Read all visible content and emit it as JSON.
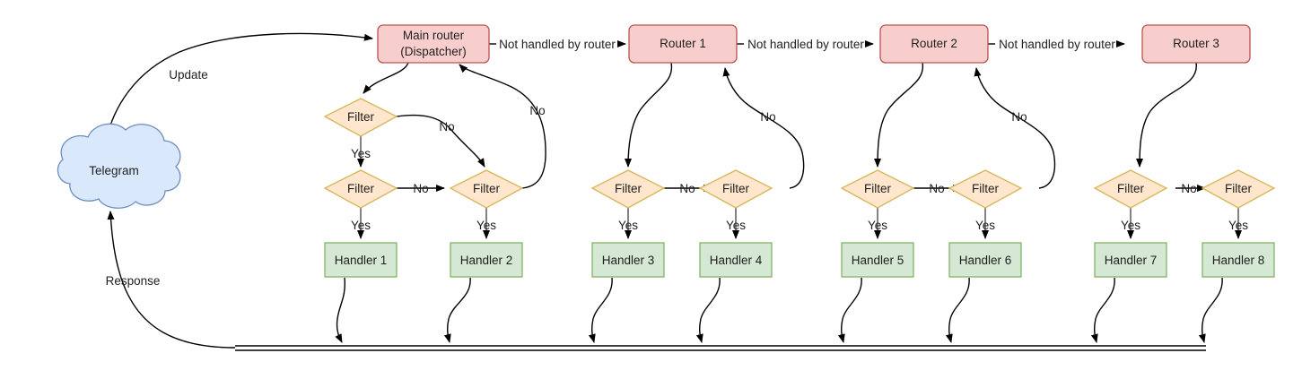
{
  "diagram": {
    "title": "Telegram bot update dispatch flow",
    "colors": {
      "router_fill": "#f8cecc",
      "router_stroke": "#b85450",
      "filter_fill": "#ffe6cc",
      "filter_stroke": "#d6b656",
      "handler_fill": "#d5e8d4",
      "handler_stroke": "#82b366",
      "cloud_fill": "#dae8fc",
      "cloud_stroke": "#6c8ebf",
      "edge": "#000000",
      "text": "#1f1f1f"
    },
    "source": {
      "label": "Telegram",
      "shape": "cloud"
    },
    "routers": [
      {
        "id": "main",
        "label_line1": "Main router",
        "label_line2": "(Dispatcher)"
      },
      {
        "id": "r1",
        "label_line1": "Router 1",
        "label_line2": ""
      },
      {
        "id": "r2",
        "label_line1": "Router 2",
        "label_line2": ""
      },
      {
        "id": "r3",
        "label_line1": "Router 3",
        "label_line2": ""
      }
    ],
    "filters": [
      {
        "id": "f0",
        "label": "Filter"
      },
      {
        "id": "f1",
        "label": "Filter"
      },
      {
        "id": "f2",
        "label": "Filter"
      },
      {
        "id": "f3",
        "label": "Filter"
      },
      {
        "id": "f4",
        "label": "Filter"
      },
      {
        "id": "f5",
        "label": "Filter"
      },
      {
        "id": "f6",
        "label": "Filter"
      },
      {
        "id": "f7",
        "label": "Filter"
      },
      {
        "id": "f8",
        "label": "Filter"
      }
    ],
    "handlers": [
      {
        "id": "h1",
        "label": "Handler 1"
      },
      {
        "id": "h2",
        "label": "Handler 2"
      },
      {
        "id": "h3",
        "label": "Handler 3"
      },
      {
        "id": "h4",
        "label": "Handler 4"
      },
      {
        "id": "h5",
        "label": "Handler 5"
      },
      {
        "id": "h6",
        "label": "Handler 6"
      },
      {
        "id": "h7",
        "label": "Handler 7"
      },
      {
        "id": "h8",
        "label": "Handler 8"
      }
    ],
    "edge_labels": {
      "update": "Update",
      "response": "Response",
      "not_handled_1": "Not handled by router",
      "not_handled_2": "Not handled by router",
      "not_handled_3": "Not handled by router",
      "yes": "Yes",
      "no": "No"
    },
    "yes_labels": [
      "Yes",
      "Yes",
      "Yes",
      "Yes",
      "Yes",
      "Yes",
      "Yes",
      "Yes",
      "Yes"
    ],
    "no_labels": [
      "No",
      "No",
      "No",
      "No",
      "No",
      "No",
      "No",
      "No"
    ],
    "response_bus": {
      "label": ""
    }
  }
}
